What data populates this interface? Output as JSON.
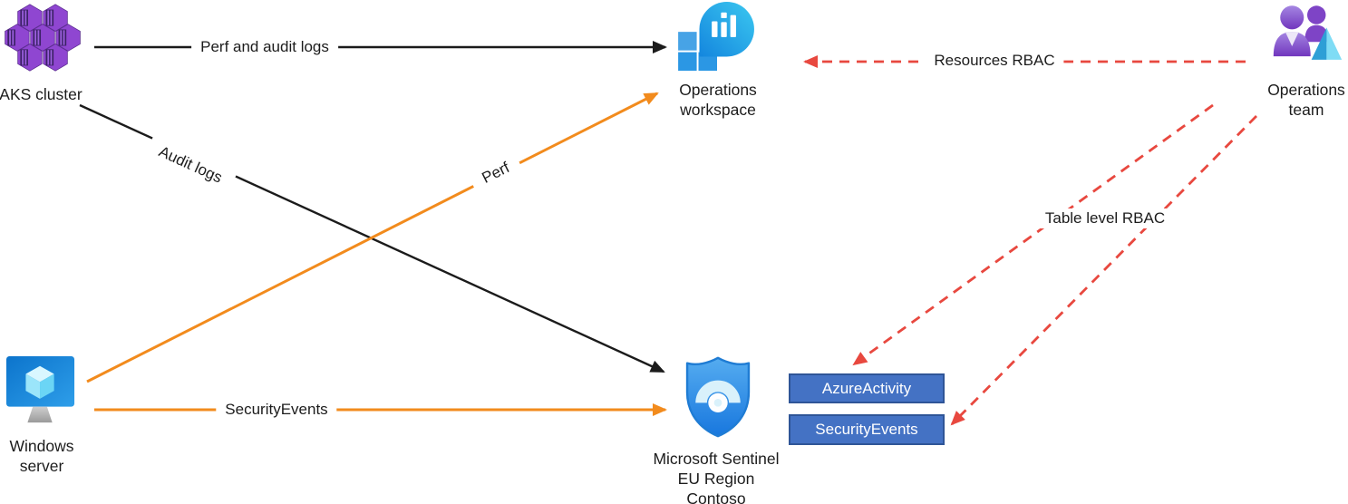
{
  "colors": {
    "arrow_black": "#1b1b1b",
    "arrow_orange": "#F28B1D",
    "arrow_red": "#E8483F",
    "table_fill": "#4472C4",
    "table_border": "#2F5597"
  },
  "nodes": {
    "aks_cluster": {
      "label": "AKS cluster",
      "icon": "aks-cluster-icon"
    },
    "operations_workspace": {
      "lines": [
        "Operations",
        "workspace"
      ],
      "icon": "log-analytics-workspace-icon"
    },
    "operations_team": {
      "lines": [
        "Operations",
        "team"
      ],
      "icon": "operations-team-icon"
    },
    "windows_server": {
      "lines": [
        "Windows",
        "server"
      ],
      "icon": "windows-server-icon"
    },
    "microsoft_sentinel": {
      "lines": [
        "Microsoft Sentinel",
        "EU Region",
        "Contoso"
      ],
      "icon": "sentinel-shield-icon"
    }
  },
  "tables": {
    "azure_activity": {
      "label": "AzureActivity"
    },
    "security_events": {
      "label": "SecurityEvents"
    }
  },
  "edges": {
    "perf_and_audit_logs": {
      "label": "Perf and audit logs",
      "style": "solid-black",
      "from": "AKS cluster",
      "to": "Operations workspace"
    },
    "audit_logs": {
      "label": "Audit logs",
      "style": "solid-black",
      "from": "AKS cluster",
      "to": "Microsoft Sentinel"
    },
    "perf": {
      "label": "Perf",
      "style": "solid-orange",
      "from": "Windows server",
      "to": "Operations workspace"
    },
    "security_events": {
      "label": "SecurityEvents",
      "style": "solid-orange",
      "from": "Windows server",
      "to": "Microsoft Sentinel"
    },
    "resources_rbac": {
      "label": "Resources RBAC",
      "style": "dashed-red",
      "from": "Operations team",
      "to": "Operations workspace"
    },
    "table_level_rbac": {
      "label": "Table level RBAC",
      "style": "dashed-red",
      "from": "Operations team",
      "to": "AzureActivity / SecurityEvents"
    }
  }
}
